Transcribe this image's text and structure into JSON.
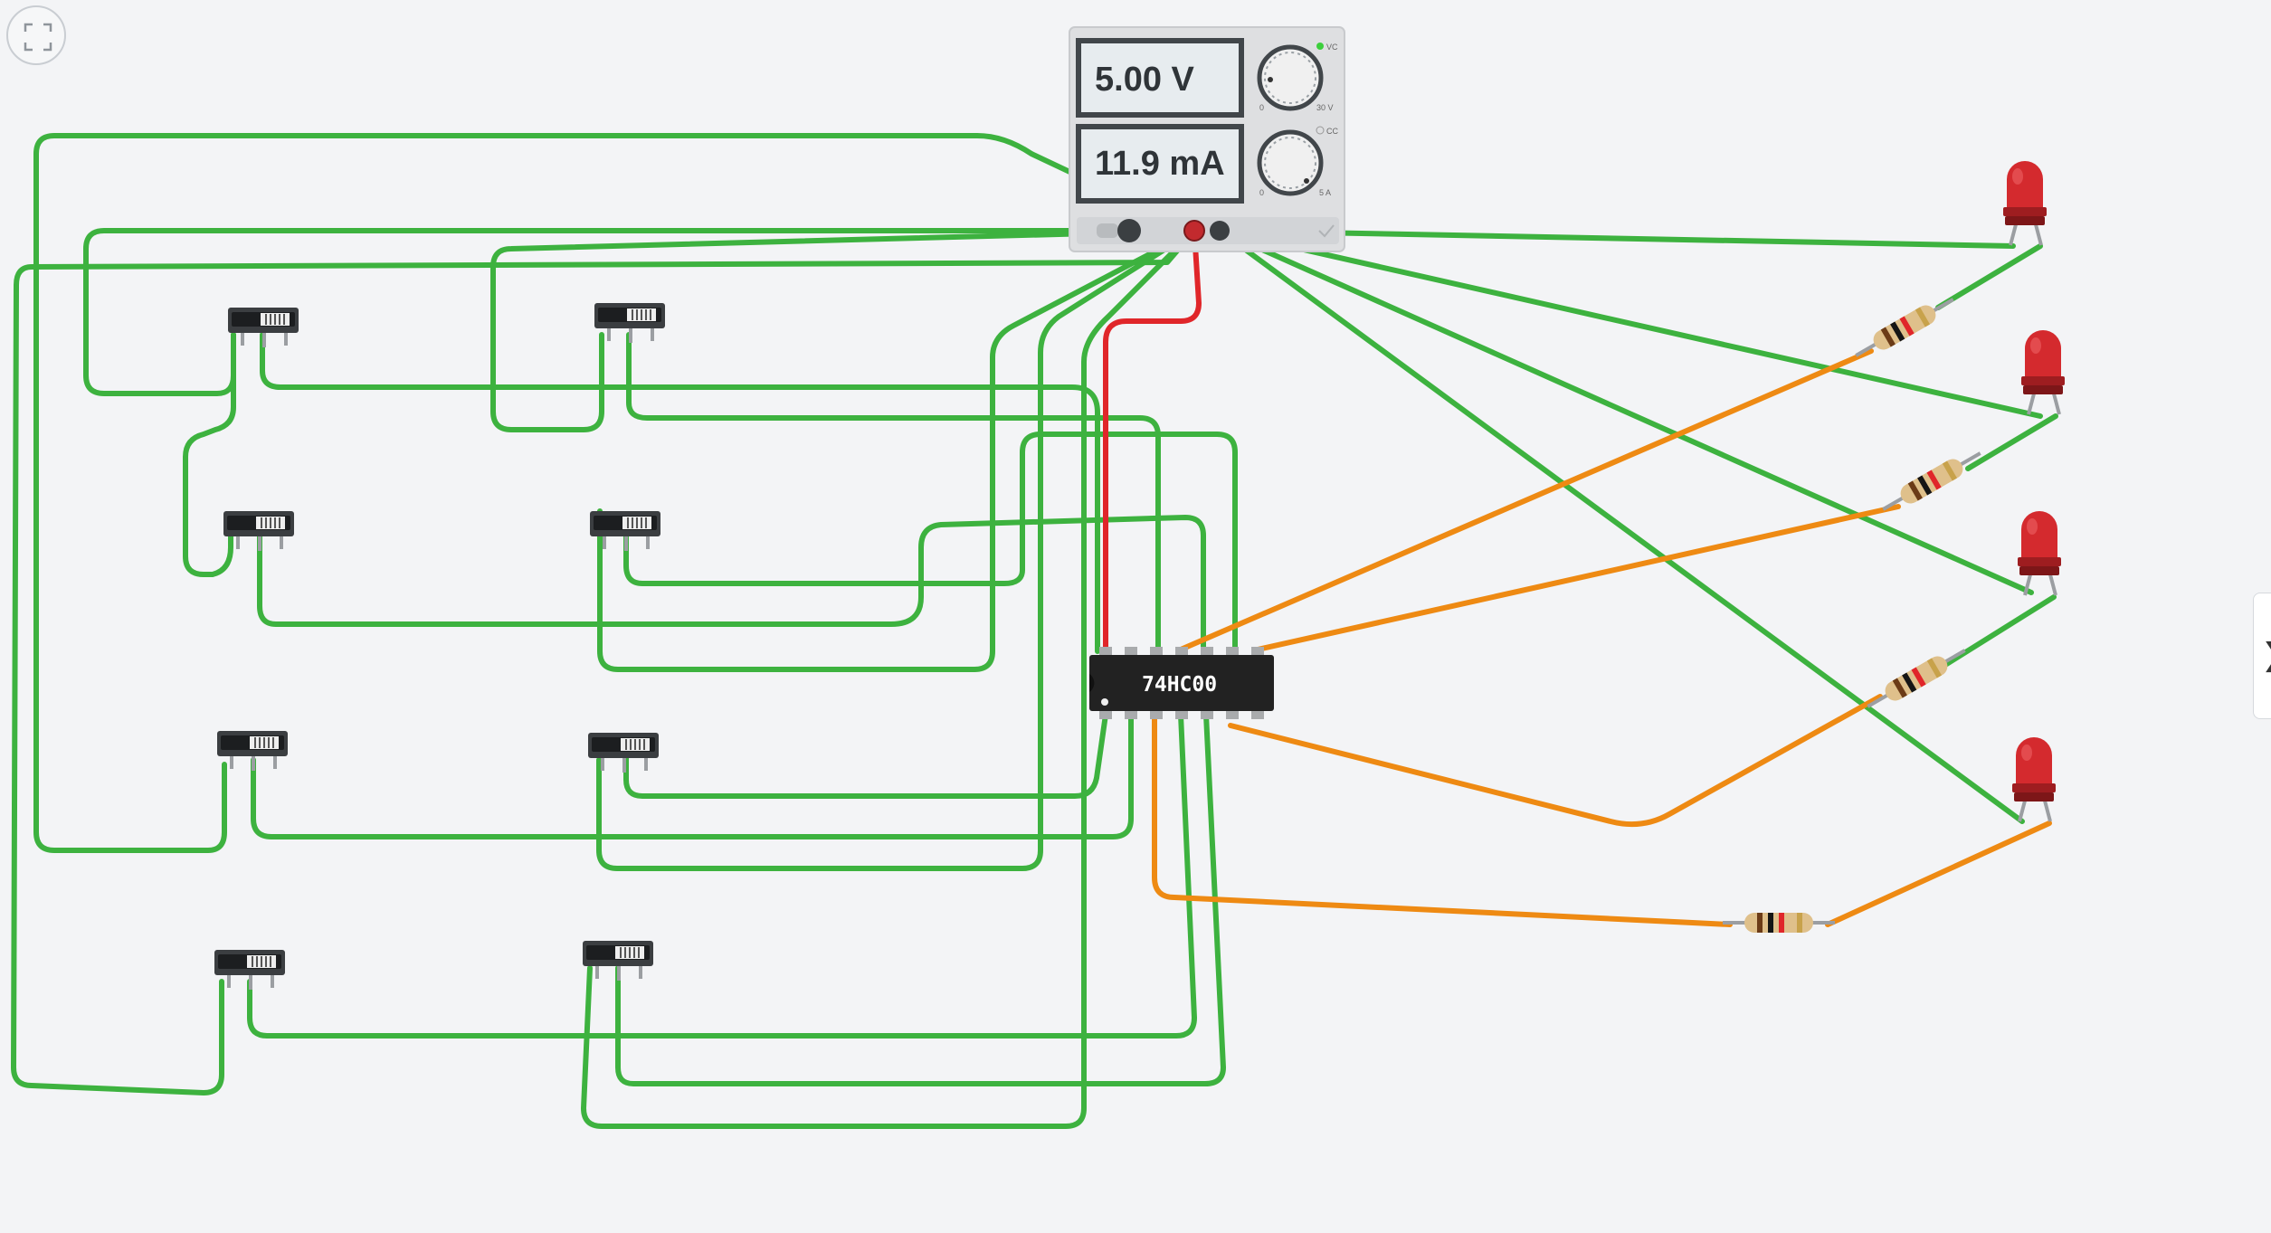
{
  "power_supply": {
    "voltage_display": "5.00 V",
    "current_display": "11.9 mA",
    "cv_label": "VC",
    "cc_label": "CC",
    "voltage_knob_min": "0",
    "voltage_knob_max": "30 V",
    "current_knob_min": "0",
    "current_knob_max": "5 A"
  },
  "ic": {
    "label": "74HC00"
  },
  "collapse_tab": {
    "glyph": "❯"
  },
  "colors": {
    "wire_green": "#3db23f",
    "wire_orange": "#ee8a13",
    "wire_red": "#e0262a",
    "led_red": "#d42a2e",
    "chip_body": "#222222"
  },
  "components": {
    "switch_count": 8,
    "led_count": 4,
    "resistor_count": 4
  }
}
